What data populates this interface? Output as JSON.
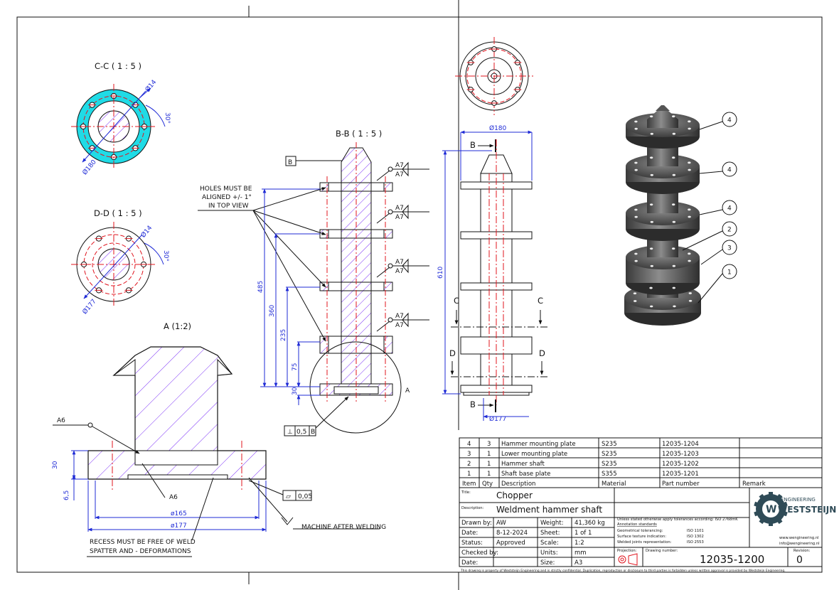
{
  "views": {
    "cc": {
      "title": "C-C ( 1 : 5 )",
      "d_hole": "Ø14",
      "angle": "30°",
      "d_outer": "Ø180"
    },
    "dd": {
      "title": "D-D ( 1 : 5 )",
      "d_hole": "Ø14",
      "angle": "30°",
      "d_outer": "Ø177"
    },
    "bb": {
      "title": "B-B ( 1 : 5 )",
      "datum": "B",
      "dims": [
        "485",
        "360",
        "235",
        "75",
        "30"
      ],
      "weld": "A7",
      "tolerance_sym": "⊥",
      "tolerance": "0,5",
      "tolerance_ref": "B",
      "detail_ref": "A"
    },
    "a": {
      "title": "A (1:2)",
      "weld": "A6",
      "dims": [
        "30",
        "6,5",
        "ø165",
        "ø177"
      ],
      "flatness_value": "0,05",
      "flatness_sym": "▱"
    },
    "front": {
      "d_top": "Ø180",
      "length": "610",
      "d_bottom": "Ø177",
      "sec_b": "B",
      "sec_c": "C",
      "sec_d": "D"
    }
  },
  "notes": {
    "holes": [
      "HOLES MUST BE",
      "ALIGNED +/- 1°",
      "IN TOP VIEW"
    ],
    "recess": [
      "RECESS MUST BE FREE OF WELD",
      "SPATTER AND - DEFORMATIONS"
    ],
    "machine": "MACHINE AFTER WELDING"
  },
  "balloons": [
    "4",
    "4",
    "4",
    "2",
    "3",
    "1"
  ],
  "bom": {
    "headers": [
      "Item",
      "Qty",
      "Description",
      "Material",
      "Part number",
      "Remark"
    ],
    "rows": [
      {
        "item": "4",
        "qty": "3",
        "desc": "Hammer mounting plate",
        "mat": "S235",
        "pn": "12035-1204",
        "rem": ""
      },
      {
        "item": "3",
        "qty": "1",
        "desc": "Lower mounting plate",
        "mat": "S235",
        "pn": "12035-1203",
        "rem": ""
      },
      {
        "item": "2",
        "qty": "1",
        "desc": "Hammer shaft",
        "mat": "S235",
        "pn": "12035-1202",
        "rem": ""
      },
      {
        "item": "1",
        "qty": "1",
        "desc": "Shaft base plate",
        "mat": "S355",
        "pn": "12035-1201",
        "rem": ""
      }
    ]
  },
  "title_block": {
    "title_label": "Title:",
    "title": "Chopper",
    "desc_label": "Description:",
    "desc": "Weldment hammer shaft",
    "drawn_by_label": "Drawn by:",
    "drawn_by": "AW",
    "date_label": "Date:",
    "date": "8-12-2024",
    "status_label": "Status:",
    "status": "Approved",
    "checked_label": "Checked by:",
    "checked": "",
    "date2_label": "Date:",
    "date2": "",
    "weight_label": "Weight:",
    "weight": "41,360 kg",
    "sheet_label": "Sheet:",
    "sheet": "1 of 1",
    "scale_label": "Scale:",
    "scale": "1:2",
    "units_label": "Units:",
    "units": "mm",
    "size_label": "Size:",
    "size": "A3",
    "std_header": "Unless stated otherwise apply tolerances according: ISO 2768mK",
    "std_title": "Annotation standards",
    "std_rows": [
      {
        "label": "Geometrical tolerancing:",
        "value": "ISO 1101"
      },
      {
        "label": "Surface texture indication:",
        "value": "ISO 1302"
      },
      {
        "label": "Welded joints representation:",
        "value": "ISO 2553"
      }
    ],
    "projection_label": "Projection:",
    "drawing_number_label": "Drawing number:",
    "drawing_number": "12035-1200",
    "revision_label": "Revision:",
    "revision": "0",
    "logo_small": "ENGINEERING",
    "logo_big": "WESTSTEIJN",
    "logo_w": "W",
    "website": "www.wengineering.nl",
    "email": "info@wengineering.nl",
    "confidential": "This drawing is property of Weststeijn Engineering and is strictly confidential. Duplication, reproduction or disclosure to third parties is forbidden unless written approval is provided by Weststeijn Engineering."
  },
  "colors": {
    "dimension": "#1f2bd6",
    "centerline": "#e0141e",
    "hatch": "#7b2ff7",
    "fill": "#20dbe6"
  }
}
